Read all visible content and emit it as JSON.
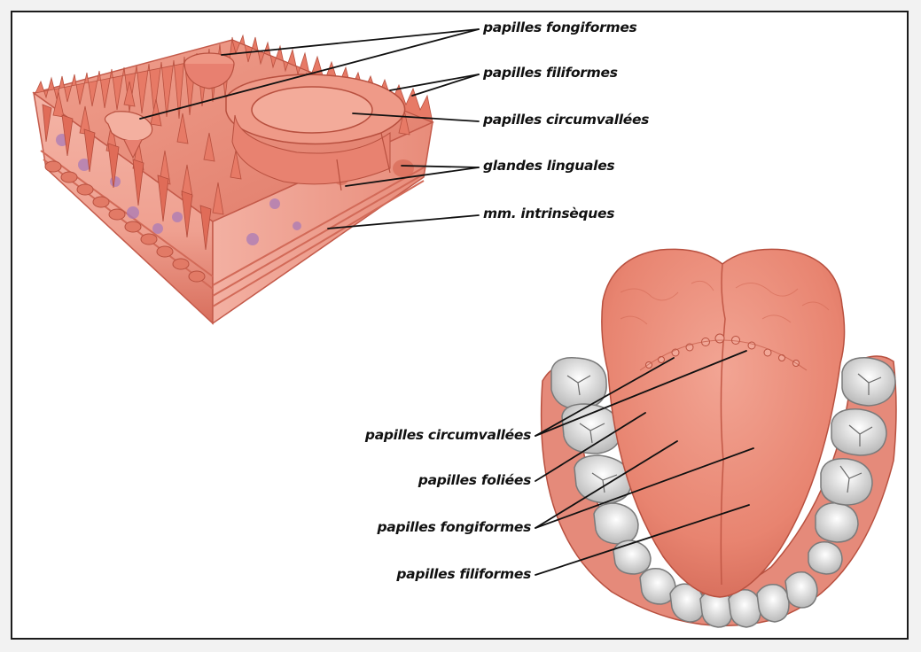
{
  "block_labels": {
    "fungiform": "papilles fongiformes",
    "filiform": "papilles filiformes",
    "circumvallate": "papilles circumvallées",
    "glands": "glandes linguales",
    "muscles": "mm. intrinsèques"
  },
  "tongue_labels": {
    "circumvallate": "papilles circumvallées",
    "foliate": "papilles foliées",
    "fungiform": "papilles fongiformes",
    "filiform": "papilles filiformes"
  },
  "colors": {
    "tissue": "#e8806e",
    "tissue_light": "#f2a392",
    "tissue_dark": "#c85a4c",
    "gland": "#a97bb8",
    "teeth": "#dcdcdc",
    "line": "#111111"
  }
}
